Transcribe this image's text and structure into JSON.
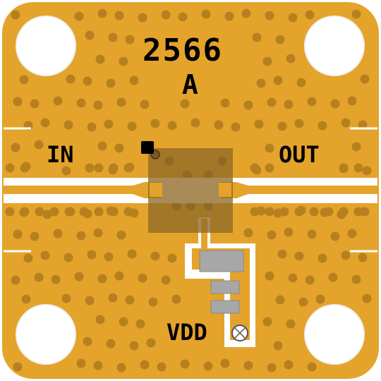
{
  "board": {
    "part_number": "2566",
    "revision": "A",
    "ports": {
      "input": "IN",
      "output": "OUT",
      "supply": "VDD"
    }
  },
  "colors": {
    "substrate": "#E4A32B",
    "via": "#B7801F",
    "trace": "#FFFFFF",
    "die": "#8F6A28",
    "capacitor": "#A7A7A7",
    "mark": "#000000"
  },
  "icons": {
    "mounting_holes": "circle-hole-icon",
    "pin_one_marker": "square-marker-icon",
    "vdd_pad": "crossed-circle-pad-icon"
  }
}
